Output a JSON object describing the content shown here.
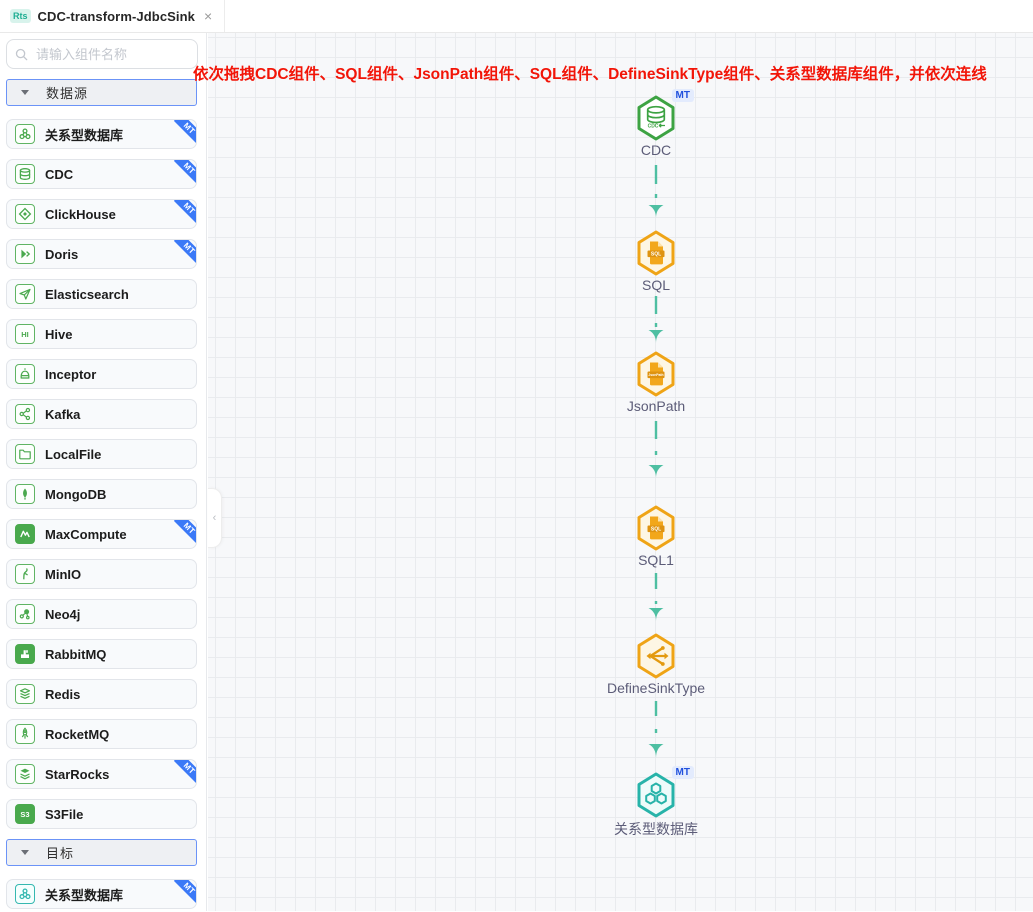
{
  "tab": {
    "badge": "Rts",
    "title": "CDC-transform-JdbcSink",
    "close": "×"
  },
  "search": {
    "placeholder": "请输入组件名称"
  },
  "sidebar": {
    "mt_badge": "MT",
    "collapse_icon": "‹",
    "sections": [
      {
        "label": "数据源",
        "items": [
          {
            "label": "关系型数据库",
            "icon": "molecule-icon",
            "mt": true
          },
          {
            "label": "CDC",
            "icon": "database-icon",
            "mt": true
          },
          {
            "label": "ClickHouse",
            "icon": "diamond-icon",
            "mt": true
          },
          {
            "label": "Doris",
            "icon": "play-icon",
            "mt": true
          },
          {
            "label": "Elasticsearch",
            "icon": "plane-icon",
            "mt": false
          },
          {
            "label": "Hive",
            "icon": "hive-text-icon",
            "icon_text": "HI",
            "mt": false
          },
          {
            "label": "Inceptor",
            "icon": "beehive-icon",
            "mt": false
          },
          {
            "label": "Kafka",
            "icon": "kafka-icon",
            "mt": false
          },
          {
            "label": "LocalFile",
            "icon": "folder-icon",
            "mt": false
          },
          {
            "label": "MongoDB",
            "icon": "leaf-icon",
            "mt": false
          },
          {
            "label": "MaxCompute",
            "icon": "maxcompute-icon",
            "mt": true
          },
          {
            "label": "MinIO",
            "icon": "bird-icon",
            "mt": false
          },
          {
            "label": "Neo4j",
            "icon": "graph-icon",
            "mt": false
          },
          {
            "label": "RabbitMQ",
            "icon": "rabbit-icon",
            "mt": false
          },
          {
            "label": "Redis",
            "icon": "stack-icon",
            "mt": false
          },
          {
            "label": "RocketMQ",
            "icon": "rocket-icon",
            "mt": false
          },
          {
            "label": "StarRocks",
            "icon": "layers-icon",
            "mt": false
          },
          {
            "label": "S3File",
            "icon": "s3-icon",
            "icon_text": "S3",
            "mt": false
          }
        ]
      },
      {
        "label": "目标",
        "items": [
          {
            "label": "关系型数据库",
            "icon": "molecule-icon",
            "mt": true,
            "variant": "teal"
          }
        ]
      }
    ]
  },
  "canvas": {
    "instruction": "依次拖拽CDC组件、SQL组件、JsonPath组件、SQL组件、DefineSinkType组件、关系型数据库组件，并依次连线",
    "nodes": [
      {
        "label": "CDC",
        "type": "cdc",
        "icon_text": "CDC",
        "mt": true
      },
      {
        "label": "SQL",
        "type": "sql-file",
        "icon_text": "SQL",
        "mt": false
      },
      {
        "label": "JsonPath",
        "type": "sql-file",
        "icon_text": "JsonPath",
        "mt": false
      },
      {
        "label": "SQL1",
        "type": "sql-file",
        "icon_text": "SQL",
        "mt": false
      },
      {
        "label": "DefineSinkType",
        "type": "sink-type",
        "mt": false
      },
      {
        "label": "关系型数据库",
        "type": "jdbc-sink",
        "mt": true
      }
    ],
    "edges": [
      {
        "from": "CDC",
        "to": "SQL"
      },
      {
        "from": "SQL",
        "to": "JsonPath"
      },
      {
        "from": "JsonPath",
        "to": "SQL1"
      },
      {
        "from": "SQL1",
        "to": "DefineSinkType"
      },
      {
        "from": "DefineSinkType",
        "to": "关系型数据库"
      }
    ]
  },
  "colors": {
    "accent_blue": "#3b79f7",
    "source_green": "#3da343",
    "amber": "#efa416",
    "teal": "#27b3a9",
    "edge_teal": "#4ebfa2",
    "instruction_red": "#f21508",
    "mt_badge_blue": "#2050dd"
  }
}
